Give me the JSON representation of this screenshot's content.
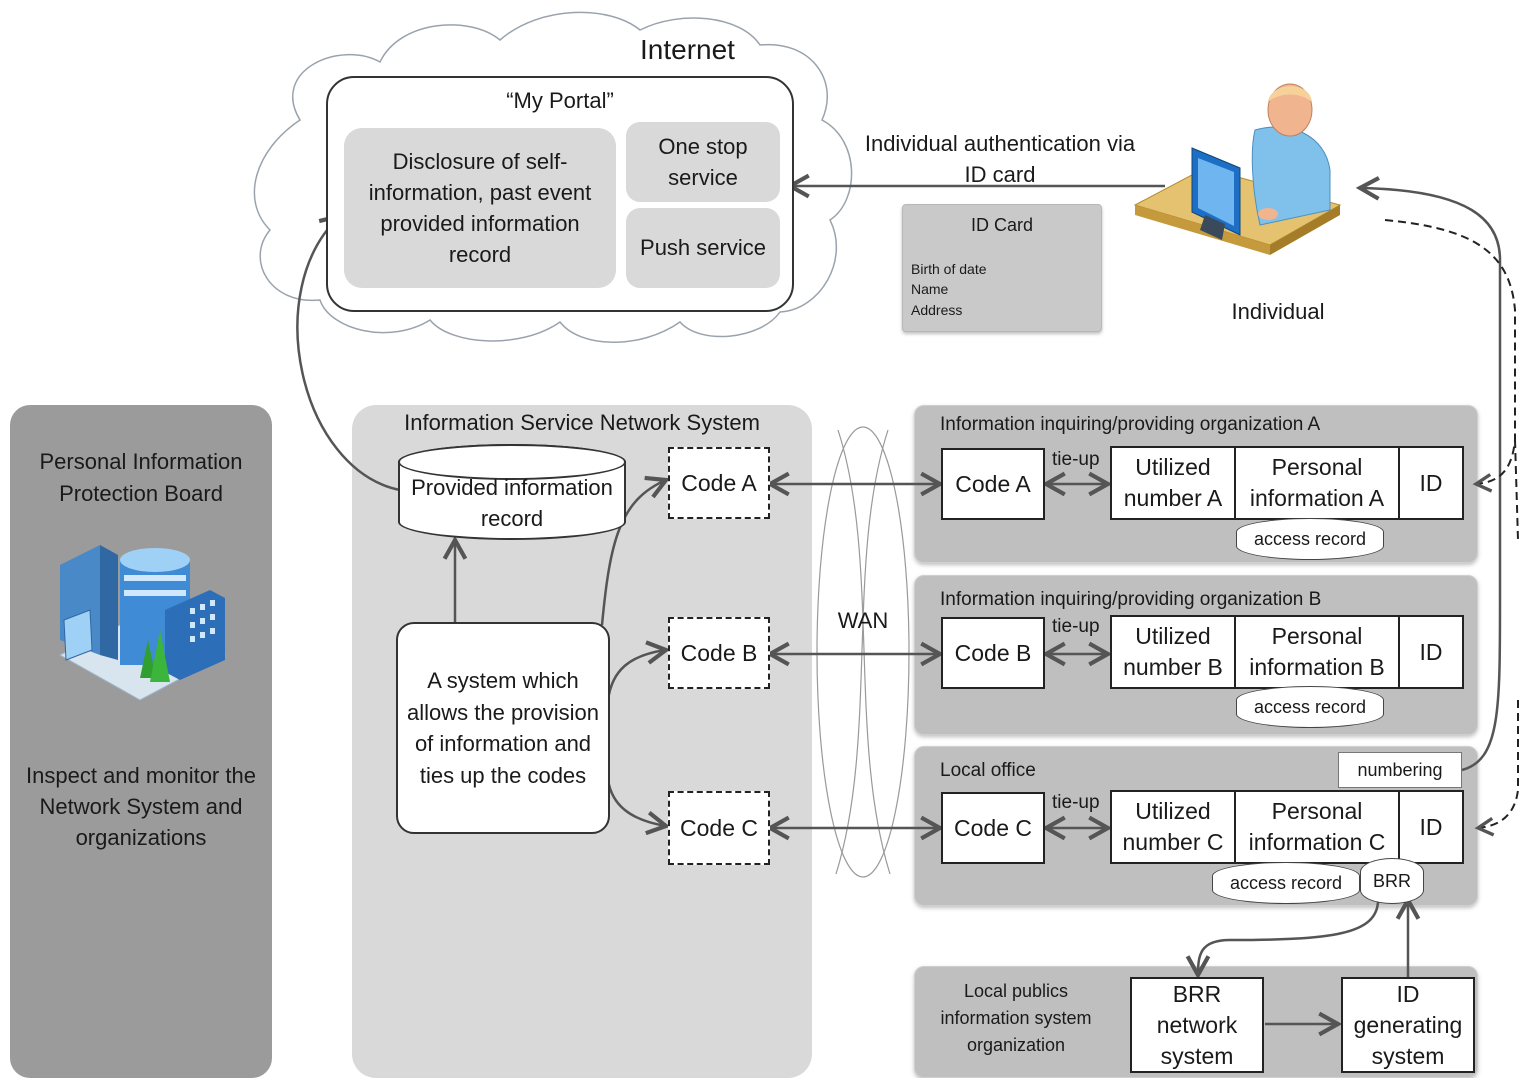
{
  "internet": {
    "title": "Internet",
    "portal_title": "“My Portal”",
    "disclosure": "Disclosure of self-information, past event provided information record",
    "one_stop": "One stop service",
    "push": "Push service"
  },
  "auth_label": "Individual authentication via ID card",
  "id_card": {
    "title": "ID Card",
    "line1": "Birth of date",
    "line2": "Name",
    "line3": "Address"
  },
  "individual_label": "Individual",
  "board": {
    "title": "Personal Information Protection Board",
    "description": "Inspect and monitor the Network System and organizations"
  },
  "isns": {
    "title": "Information Service Network System",
    "record": "Provided information record",
    "system": "A system which allows the provision of information and ties up the codes",
    "code_a": "Code A",
    "code_b": "Code B",
    "code_c": "Code C"
  },
  "wan_label": "WAN",
  "tie_up": "tie-up",
  "org_a": {
    "title": "Information inquiring/providing organization A",
    "code": "Code A",
    "utilized": "Utilized number A",
    "personal": "Personal information A",
    "id": "ID",
    "access": "access record"
  },
  "org_b": {
    "title": "Information inquiring/providing organization B",
    "code": "Code B",
    "utilized": "Utilized number B",
    "personal": "Personal information B",
    "id": "ID",
    "access": "access record"
  },
  "local_office": {
    "title": "Local office",
    "numbering": "numbering",
    "code": "Code C",
    "utilized": "Utilized number C",
    "personal": "Personal information C",
    "id": "ID",
    "access": "access record",
    "brr": "BRR"
  },
  "local_publics": {
    "title": "Local publics information system organization",
    "brr_system": "BRR network system",
    "id_system": "ID generating system"
  }
}
